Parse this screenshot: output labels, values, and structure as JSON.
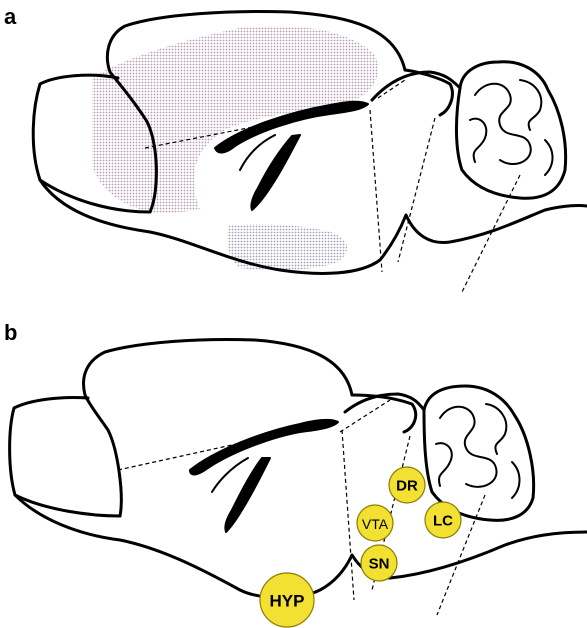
{
  "panels": {
    "a": {
      "label": "a",
      "shaded_color": "#d9c7d6",
      "shaded_color_2": "#c7c7d3"
    },
    "b": {
      "label": "b",
      "region_fill": "#f2e032",
      "regions": [
        {
          "id": "dr",
          "label": "DR",
          "bold": true
        },
        {
          "id": "vta",
          "label": "VTA",
          "bold": false
        },
        {
          "id": "lc",
          "label": "LC",
          "bold": true
        },
        {
          "id": "sn",
          "label": "SN",
          "bold": true
        },
        {
          "id": "hyp",
          "label": "HYP",
          "bold": true
        }
      ]
    }
  }
}
